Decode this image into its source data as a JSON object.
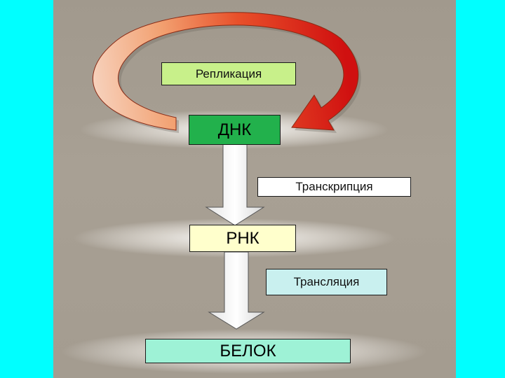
{
  "colors": {
    "slide_background": "#00ffff",
    "panel_background": "#a49c90",
    "replication_arrow_start": "#f6c8b0",
    "replication_arrow_end": "#d81010",
    "dna_box": "#22b14c",
    "rna_box": "#ffffcc",
    "protein_box": "#9ef2d6",
    "replication_label_box": "#c8f08a",
    "transcription_label_box": "#ffffff",
    "translation_label_box": "#c9f0ef",
    "down_arrow": "#ffffff"
  },
  "diagram": {
    "replication_label": "Репликация",
    "dna": "ДНК",
    "transcription_label": "Транскрипция",
    "rna": "РНК",
    "translation_label": "Трансляция",
    "protein": "БЕЛОК"
  }
}
